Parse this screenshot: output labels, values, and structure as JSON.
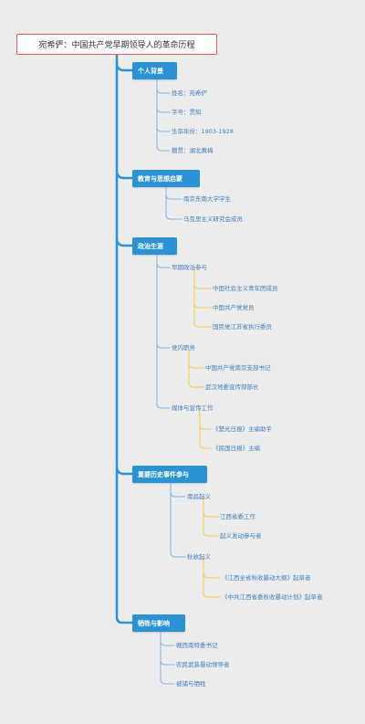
{
  "title": "宛希俨：中国共产党早期领导人的革命历程",
  "colors": {
    "trunk": "#2b93d3",
    "branch": "#7fb3e0",
    "leaf": "#f2c94c",
    "root_border": "#e15a55"
  },
  "sections": [
    {
      "label": "个人背景",
      "items": [
        "姓名：宛希俨",
        "字号：贯知",
        "生卒年份：1903-1928",
        "籍贯：湖北黄梅"
      ]
    },
    {
      "label": "教育与思想启蒙",
      "items": [
        "南京东南大学学生",
        "马克思主义研究会成员"
      ]
    },
    {
      "label": "政治生涯",
      "groups": [
        {
          "label": "早期政治参与",
          "items": [
            "中国社会主义青年团成员",
            "中国共产党党员",
            "国民党江苏省执行委员"
          ]
        },
        {
          "label": "党内职务",
          "items": [
            "中国共产党南京支部书记",
            "武汉地委宣传部部长"
          ]
        },
        {
          "label": "媒体与宣传工作",
          "items": [
            "《楚光日报》主编助手",
            "《民国日报》主编"
          ]
        }
      ]
    },
    {
      "label": "重要历史事件参与",
      "groups": [
        {
          "label": "南昌起义",
          "items": [
            "江西省委工作",
            "起义发动参与者"
          ]
        },
        {
          "label": "秋收起义",
          "items": [
            "《江西全省秋收暴动大纲》起草者",
            "《中共江西省委秋收暴动计划》起草者"
          ]
        }
      ]
    },
    {
      "label": "牺牲与影响",
      "items": [
        "赣西南特委书记",
        "农民武装暴动领导者",
        "被捕与牺牲"
      ]
    }
  ]
}
